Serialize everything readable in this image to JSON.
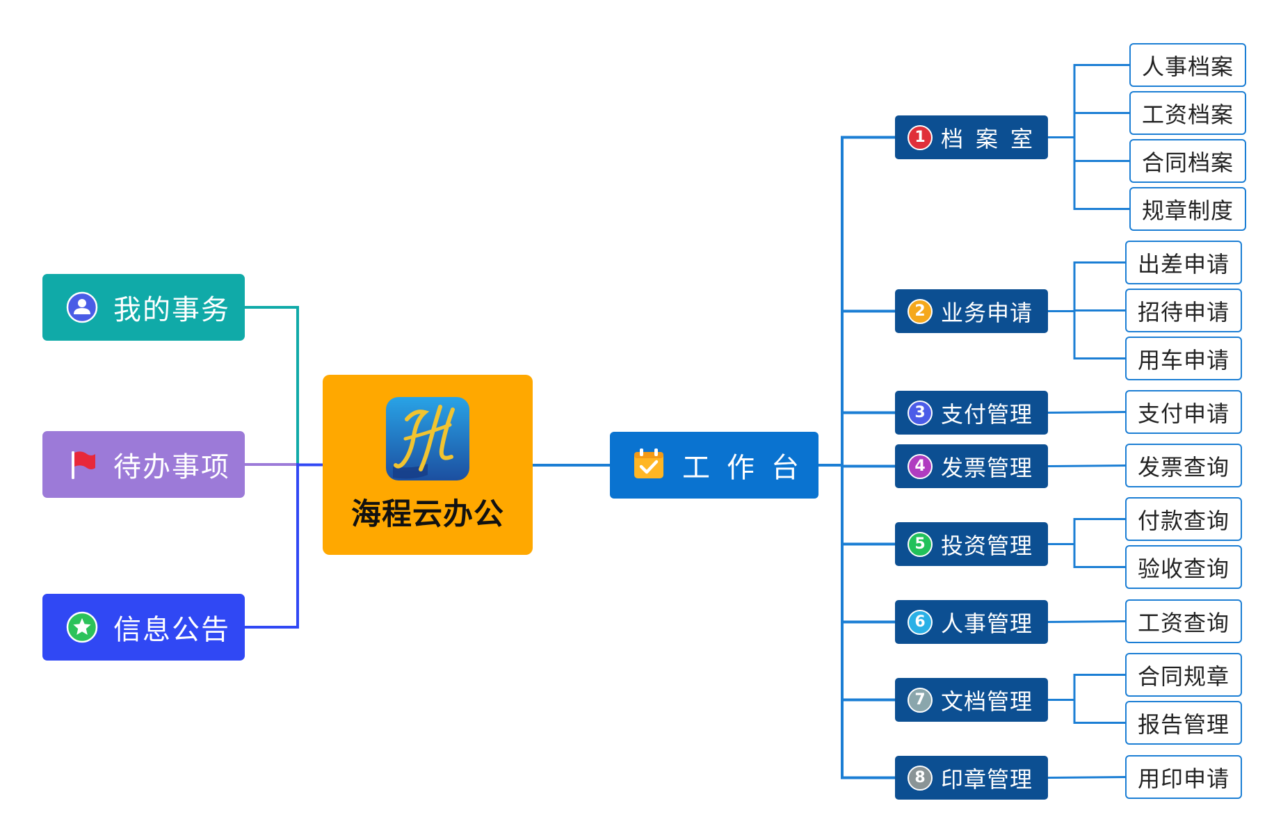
{
  "center": {
    "title": "海程云办公",
    "logo_icon": "haicheng-h-logo-icon",
    "color": "#ffa800"
  },
  "left_nodes": [
    {
      "label": "我的事务",
      "icon": "user-icon",
      "color": "#10aaa8"
    },
    {
      "label": "待办事项",
      "icon": "red-flag-icon",
      "color": "#9c7ad8"
    },
    {
      "label": "信息公告",
      "icon": "star-badge-icon",
      "color": "#3048f4"
    }
  ],
  "hub": {
    "label": "工作台",
    "icon": "calendar-check-icon",
    "color": "#0a73d0"
  },
  "categories": [
    {
      "num": "1",
      "label": "档案室",
      "num_color": "#e0303a",
      "leaves": [
        "人事档案",
        "工资档案",
        "合同档案",
        "规章制度"
      ]
    },
    {
      "num": "2",
      "label": "业务申请",
      "num_color": "#f5a81c",
      "leaves": [
        "出差申请",
        "招待申请",
        "用车申请"
      ]
    },
    {
      "num": "3",
      "label": "支付管理",
      "num_color": "#4b5ce8",
      "leaves": [
        "支付申请"
      ]
    },
    {
      "num": "4",
      "label": "发票管理",
      "num_color": "#b03cc0",
      "leaves": [
        "发票查询"
      ]
    },
    {
      "num": "5",
      "label": "投资管理",
      "num_color": "#21c15a",
      "leaves": [
        "付款查询",
        "验收查询"
      ]
    },
    {
      "num": "6",
      "label": "人事管理",
      "num_color": "#2ab0e6",
      "leaves": [
        "工资查询"
      ]
    },
    {
      "num": "7",
      "label": "文档管理",
      "num_color": "#8aa6ac",
      "leaves": [
        "合同规章",
        "报告管理"
      ]
    },
    {
      "num": "8",
      "label": "印章管理",
      "num_color": "#8a9496",
      "leaves": [
        "用印申请"
      ]
    }
  ],
  "line_color": "#1b7ed4"
}
